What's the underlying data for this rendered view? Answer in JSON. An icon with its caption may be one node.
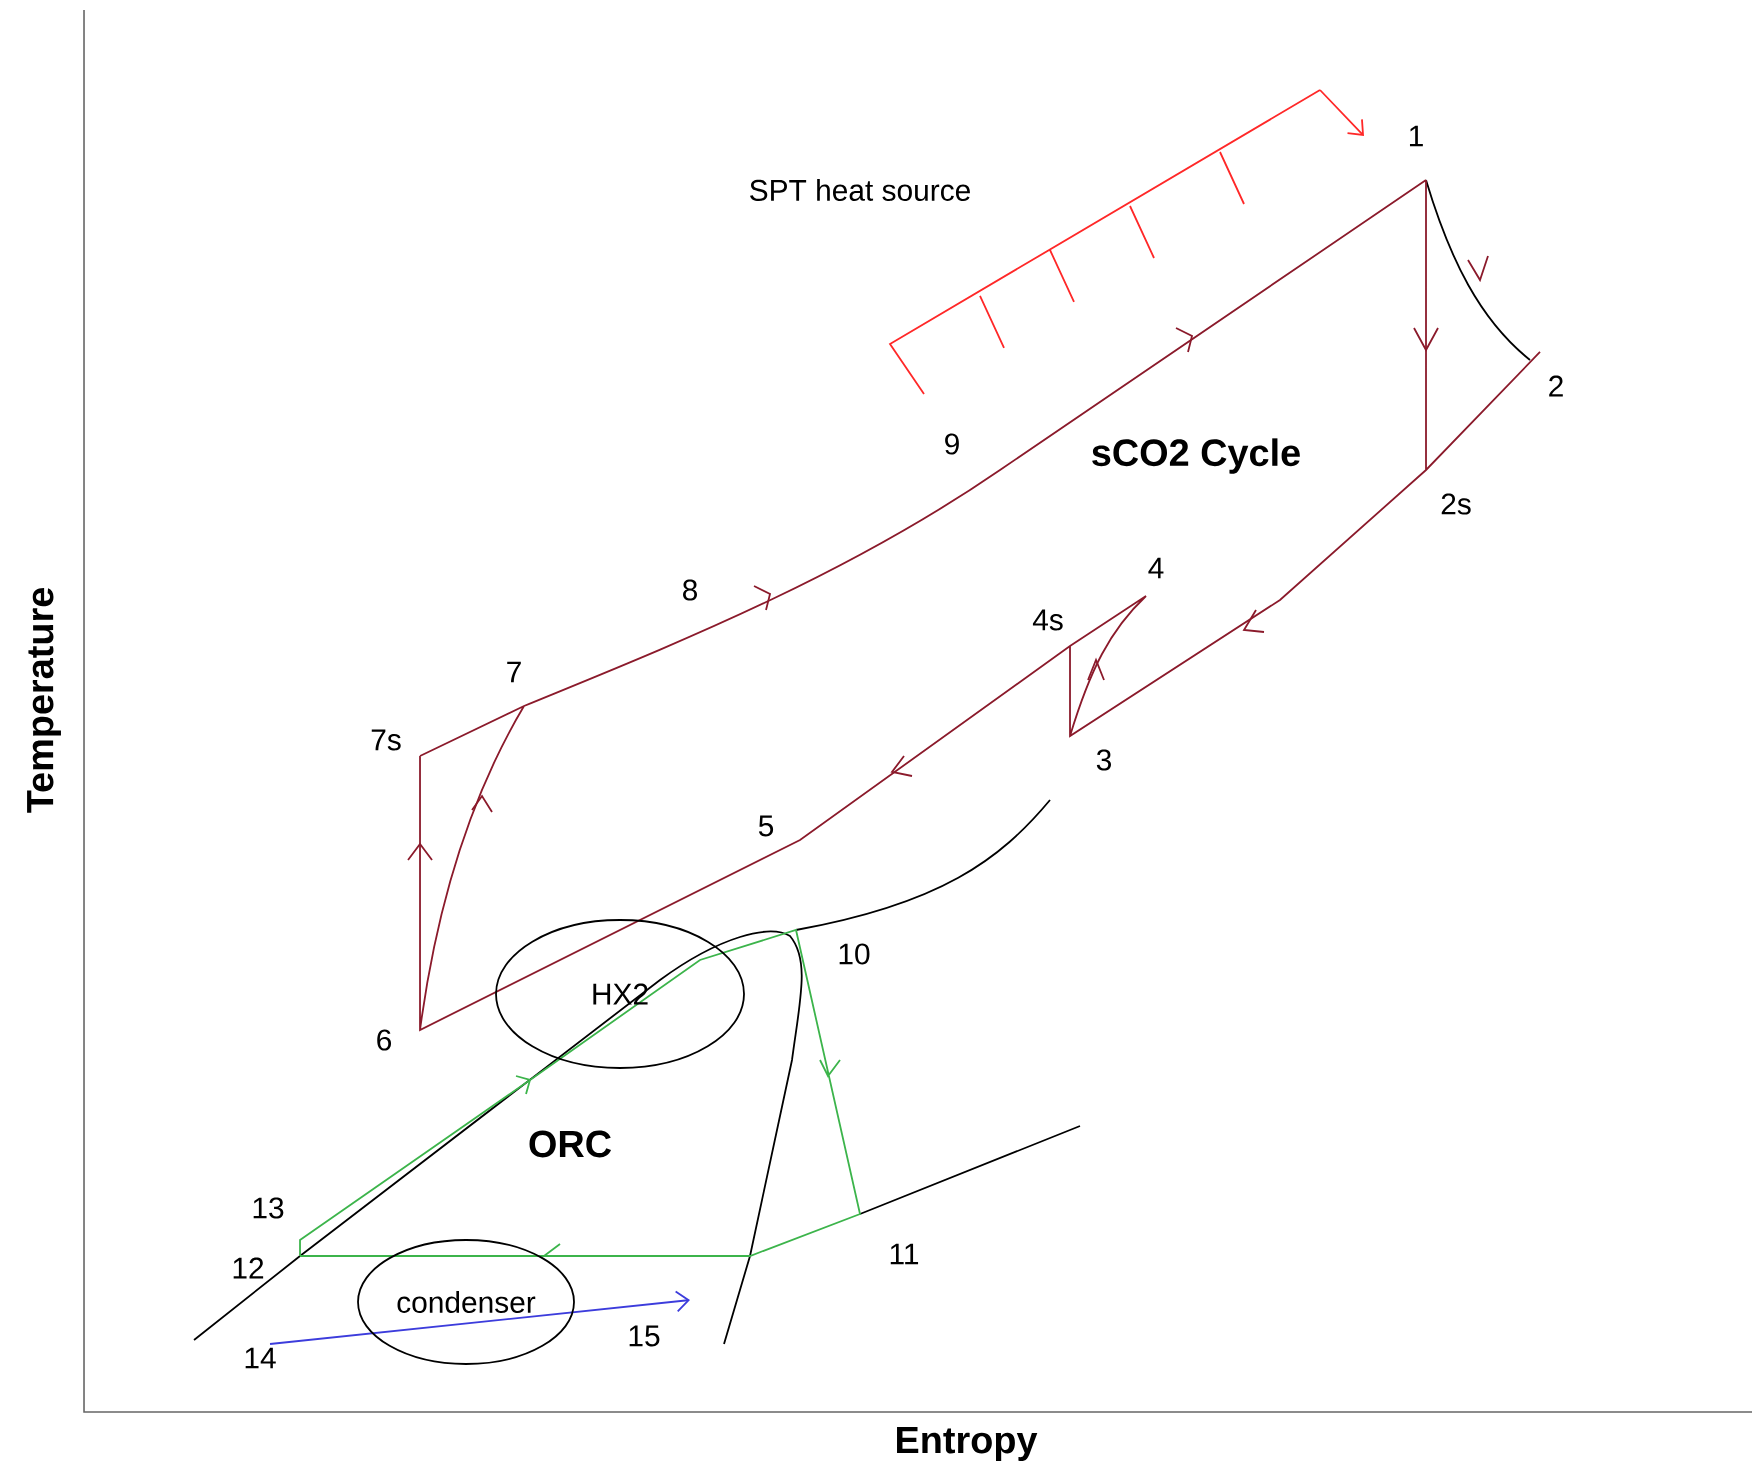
{
  "diagram": {
    "nodes": [
      {
        "text": [
          "HX2"
        ]
      },
      {
        "text": [
          "condenser"
        ]
      }
    ],
    "labels": [
      "1",
      "SPT heat source",
      "2",
      "9",
      "sCO2 Cycle",
      "2s",
      "4",
      "8",
      "4s",
      "7",
      "7s",
      "3",
      "5",
      "Temperature",
      "10",
      "6",
      "ORC",
      "13",
      "11",
      "12",
      "15",
      "14",
      "Entropy"
    ]
  }
}
